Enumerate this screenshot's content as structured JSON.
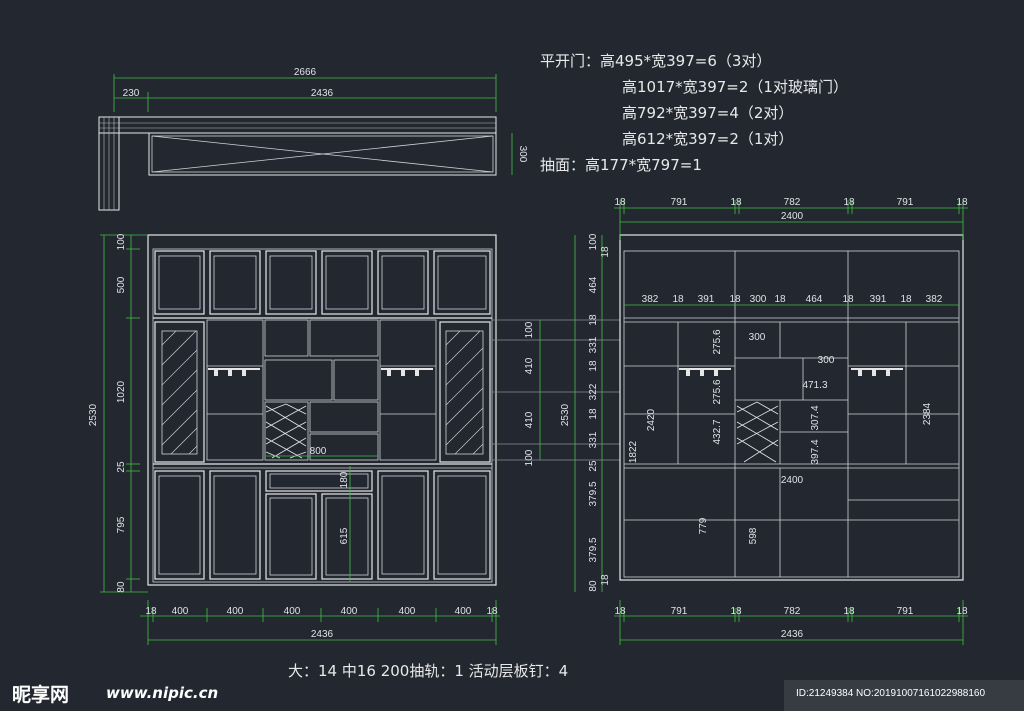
{
  "notes": {
    "line1": "平开门：高495*宽397=6（3对）",
    "line2": "高1017*宽397=2（1对玻璃门）",
    "line3": "高792*宽397=4（2对）",
    "line4": "高612*宽397=2（1对）",
    "line5": "抽面：高177*宽797=1"
  },
  "bottom_note": "大：14 中16   200抽轨：1 活动层板钉：4",
  "watermark": {
    "logo": "昵享网",
    "url": "www.nipic.cn",
    "id": "ID:21249384 NO:20191007161022988160"
  },
  "top_view": {
    "total": "2666",
    "left": "230",
    "main": "2436",
    "depth": "300"
  },
  "front": {
    "v_left_total": "2530",
    "v_segments": [
      "100",
      "500",
      "1020",
      "25",
      "795",
      "80"
    ],
    "h_segments": [
      "18",
      "400",
      "400",
      "400",
      "400",
      "400",
      "400",
      "18"
    ],
    "h_total": "2436",
    "inner": [
      "100",
      "410",
      "410",
      "100"
    ],
    "drawer": "180",
    "door_low": "615",
    "width_800": "800"
  },
  "section": {
    "top_segments": [
      "18",
      "791",
      "18",
      "782",
      "18",
      "791",
      "18"
    ],
    "top_total": "2400",
    "v_total": "2530",
    "v_segments": [
      "100",
      "18",
      "464",
      "18",
      "331",
      "18",
      "322",
      "18",
      "331",
      "25",
      "379.5",
      "379.5",
      "80",
      "18"
    ],
    "row_widths": [
      "382",
      "18",
      "391",
      "18",
      "300",
      "18",
      "464",
      "18",
      "391",
      "18",
      "382"
    ],
    "labels": [
      "300",
      "300",
      "471.3",
      "275.6",
      "275.6",
      "432.7",
      "307.4",
      "397.4",
      "2400",
      "1822",
      "2420",
      "2384",
      "779",
      "598"
    ],
    "bottom_segments": [
      "18",
      "791",
      "18",
      "782",
      "18",
      "791",
      "18"
    ],
    "bottom_total": "2436"
  }
}
